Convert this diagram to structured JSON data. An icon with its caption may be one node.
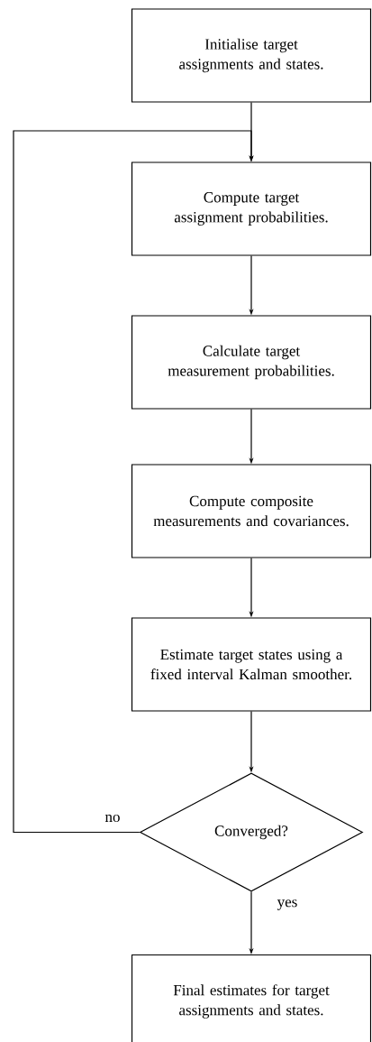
{
  "diagram": {
    "nodes": [
      {
        "text": [
          "Initialise target assignments and states."
        ]
      },
      {
        "text": [
          "Compute target assignment probabilities."
        ]
      },
      {
        "text": [
          "Calculate target measurement probabilities."
        ]
      },
      {
        "text": [
          "Compute composite measurements and covariances."
        ]
      },
      {
        "text": [
          "Estimate target states using a fixed interval Kalman smoother."
        ]
      },
      {
        "text": [
          "Converged?"
        ]
      },
      {
        "text": [
          "Final estimates for target assignments and states."
        ]
      }
    ],
    "edges": [
      {
        "from": 0,
        "to": 1,
        "arrow": "to"
      },
      {
        "from": 1,
        "to": 2,
        "arrow": "to"
      },
      {
        "from": 2,
        "to": 3,
        "arrow": "to"
      },
      {
        "from": 3,
        "to": 4,
        "arrow": "to"
      },
      {
        "from": 4,
        "to": 5,
        "arrow": "to"
      },
      {
        "from": 5,
        "to": 1,
        "arrow": "to",
        "label": "no"
      },
      {
        "from": 5,
        "to": 6,
        "arrow": "to",
        "label": "yes"
      }
    ]
  }
}
